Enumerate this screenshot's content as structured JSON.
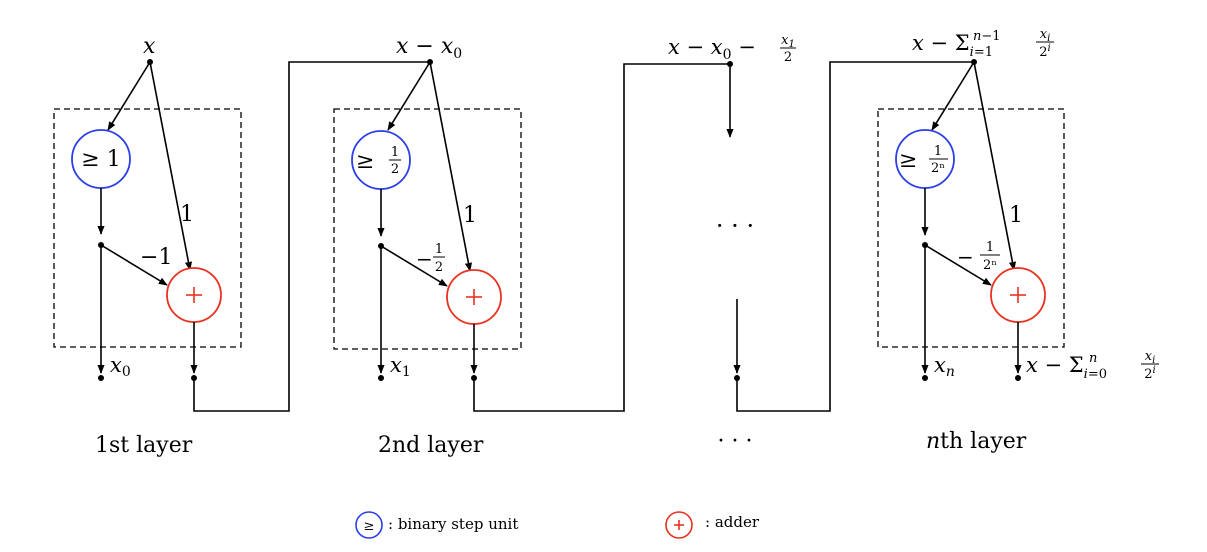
{
  "layers": [
    {
      "input": "x",
      "step": {
        "sym": "≥",
        "num": "1",
        "den": ""
      },
      "weight_in": "1",
      "weight_step": {
        "sign": "−",
        "num": "1",
        "den": ""
      },
      "bit": {
        "base": "x",
        "sub": "0"
      },
      "caption": {
        "num": "1",
        "suffix": "st layer",
        "italic": false
      }
    },
    {
      "input": "x − x₀",
      "step": {
        "sym": "≥",
        "num": "1",
        "den": "2"
      },
      "weight_in": "1",
      "weight_step": {
        "sign": "−",
        "num": "1",
        "den": "2"
      },
      "bit": {
        "base": "x",
        "sub": "1"
      },
      "caption": {
        "num": "2",
        "suffix": "nd layer",
        "italic": false
      }
    },
    {
      "input": "x − Σᵢ₌₁ⁿ⁻¹ xᵢ/2ⁱ",
      "step": {
        "sym": "≥",
        "num": "1",
        "den": "2ⁿ"
      },
      "weight_in": "1",
      "weight_step": {
        "sign": "−",
        "num": "1",
        "den": "2ⁿ"
      },
      "bit": {
        "base": "x",
        "sub": "n"
      },
      "caption": {
        "num": "n",
        "suffix": "th layer",
        "italic": true
      }
    }
  ],
  "middle": {
    "input": "x − x₀ − x₁/2",
    "ellipsis": "· · ·",
    "caption": "· · ·"
  },
  "final_output": "x − Σᵢ₌₀ⁿ xᵢ/2ⁱ",
  "plus_glyph": "+",
  "legend": [
    {
      "icon": "step-unit-icon",
      "glyph": "≥",
      "text": ": binary step unit",
      "color": "#2b3fe6"
    },
    {
      "icon": "adder-icon",
      "glyph": "+",
      "text": ": adder",
      "color": "#e8321f"
    }
  ]
}
